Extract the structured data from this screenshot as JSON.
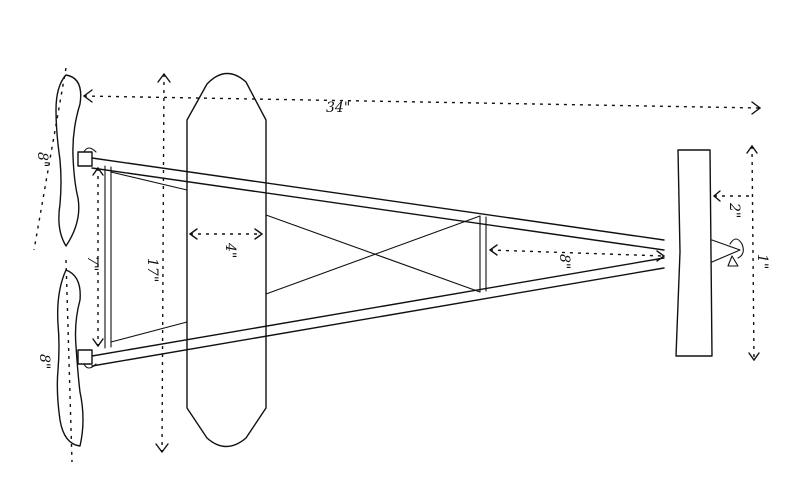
{
  "dimensions": {
    "span_total": "34\"",
    "wing_length": "17\"",
    "wing_chord": "4\"",
    "frame_bay": "8\"",
    "front_spacing": "7\"",
    "elevator_depth": "2\"",
    "rear_hook_gap": "1\""
  },
  "propellers": {
    "left_size": "8\"",
    "right_size": "8\""
  }
}
